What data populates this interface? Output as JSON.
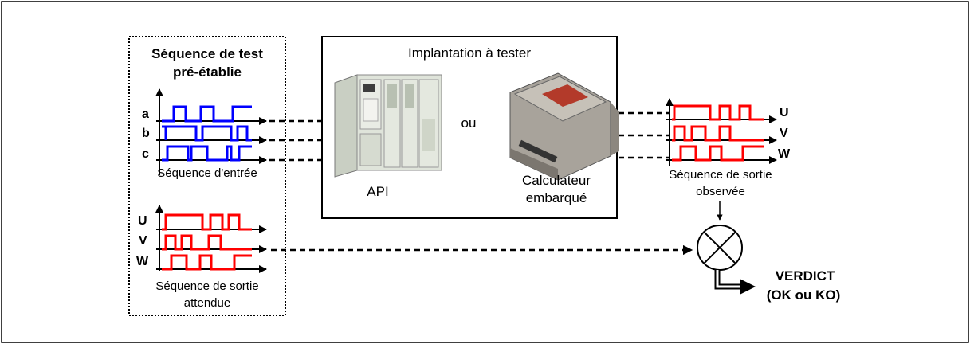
{
  "test_sequence_box": {
    "title_line1": "Séquence de test",
    "title_line2": "pré-établie"
  },
  "input_sequence": {
    "caption": "Séquence d'entrée",
    "signals": [
      {
        "label": "a",
        "color": "#0000ff",
        "levels": [
          0,
          1,
          0,
          1,
          0,
          0,
          1
        ]
      },
      {
        "label": "b",
        "color": "#0000ff",
        "levels": [
          1,
          0,
          1,
          1,
          0,
          1,
          0
        ]
      },
      {
        "label": "c",
        "color": "#0000ff",
        "levels": [
          0,
          1,
          1,
          0,
          1,
          0,
          1
        ]
      }
    ]
  },
  "implementation_box": {
    "title": "Implantation à tester",
    "device1_label": "API",
    "or_label": "ou",
    "device2_label_line1": "Calculateur",
    "device2_label_line2": "embarqué"
  },
  "observed_output": {
    "caption_line1": "Séquence de sortie",
    "caption_line2": "observée",
    "signals": [
      {
        "label": "U",
        "color": "#ff0000"
      },
      {
        "label": "V",
        "color": "#ff0000"
      },
      {
        "label": "W",
        "color": "#ff0000"
      }
    ]
  },
  "expected_output": {
    "caption_line1": "Séquence de sortie",
    "caption_line2": "attendue",
    "signals": [
      {
        "label": "U",
        "color": "#ff0000"
      },
      {
        "label": "V",
        "color": "#ff0000"
      },
      {
        "label": "W",
        "color": "#ff0000"
      }
    ]
  },
  "verdict": {
    "line1": "VERDICT",
    "line2": "(OK ou KO)"
  }
}
